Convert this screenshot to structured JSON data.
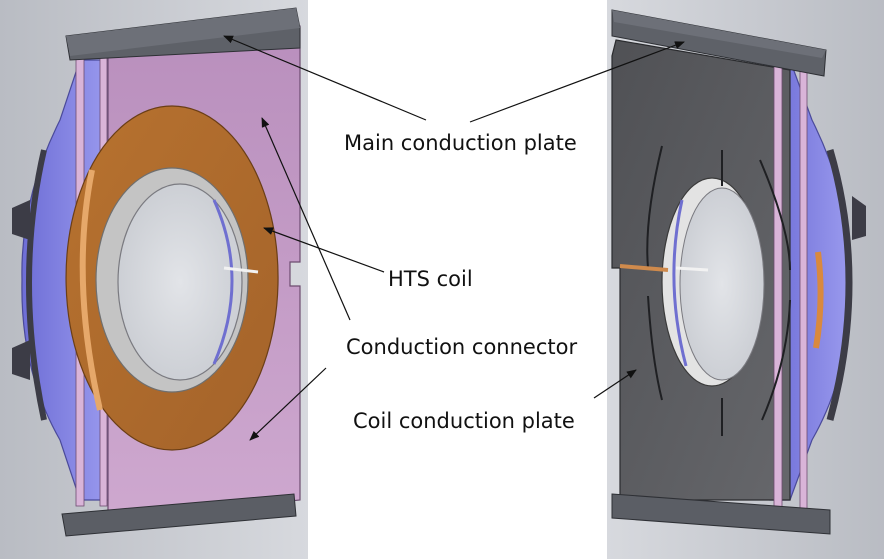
{
  "labels": {
    "main_conduction_plate": "Main conduction plate",
    "hts_coil": "HTS coil",
    "conduction_connector": "Conduction connector",
    "coil_conduction_plate": "Coil conduction plate"
  },
  "colors": {
    "background_panel": "#c9ccd2",
    "main_plate_pink": "#c49ec6",
    "hts_coil_copper": "#b06c2d",
    "frame_blue": "#8686e4",
    "clamp_bar_gray": "#5d6066",
    "coil_plate_dark": "#5b5c60",
    "bore_light": "#d6d9de",
    "ring_silver": "#c2c2c2"
  }
}
